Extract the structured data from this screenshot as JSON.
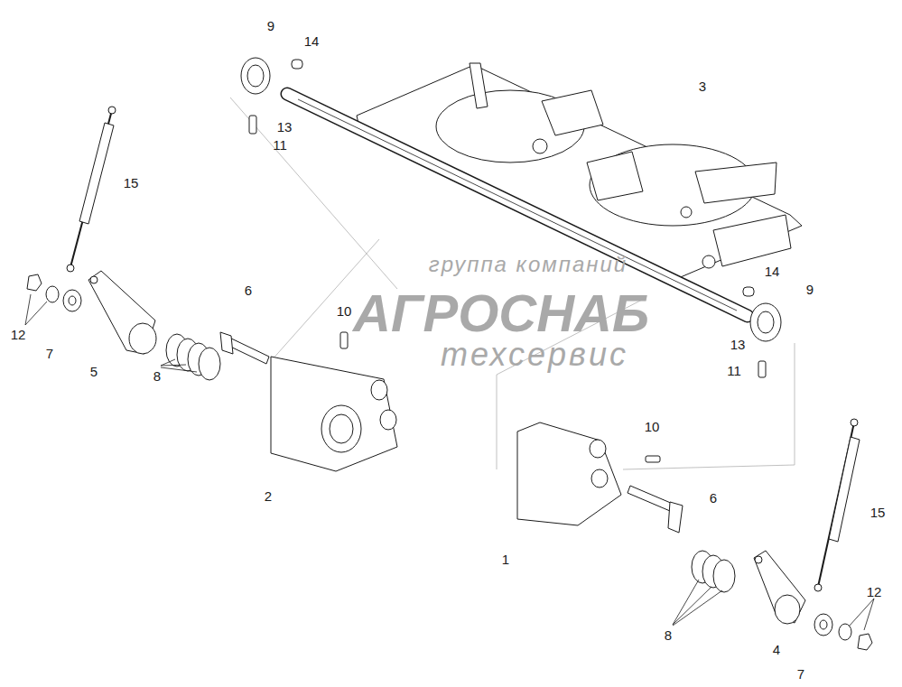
{
  "diagram": {
    "labels": [
      "9",
      "14",
      "3",
      "13",
      "11",
      "15",
      "14",
      "9",
      "12",
      "7",
      "5",
      "8",
      "6",
      "10",
      "2",
      "13",
      "11",
      "10",
      "6",
      "15",
      "1",
      "8",
      "4",
      "12",
      "7",
      "группа компаний",
      "АГРОСНАБ",
      "техсервис"
    ]
  }
}
